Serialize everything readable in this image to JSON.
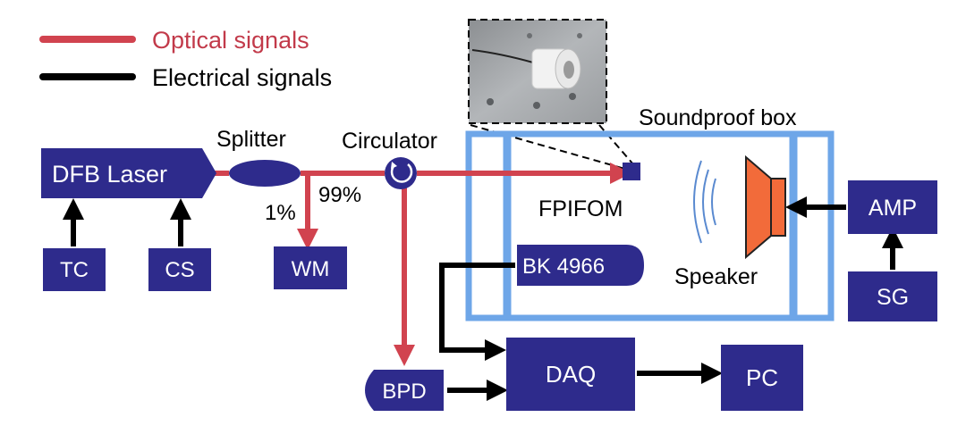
{
  "legend": {
    "optical_label": "Optical signals",
    "electrical_label": "Electrical signals"
  },
  "labels": {
    "dfb_laser": "DFB Laser",
    "tc": "TC",
    "cs": "CS",
    "splitter": "Splitter",
    "pct_1": "1%",
    "pct_99": "99%",
    "wm": "WM",
    "circulator": "Circulator",
    "soundproof_box": "Soundproof box",
    "fpifom": "FPIFOM",
    "speaker": "Speaker",
    "bk4966": "BK 4966",
    "amp": "AMP",
    "sg": "SG",
    "bpd": "BPD",
    "daq": "DAQ",
    "pc": "PC"
  },
  "colors": {
    "block_fill": "#2e2b8c",
    "block_text": "#ffffff",
    "optical": "#d1434f",
    "electrical": "#000000",
    "box_border": "#6ea6e8",
    "speaker_fill": "#f26b3a",
    "legend_optical_text": "#c23a4a",
    "sound_waves": "#5a8ad0"
  },
  "photo": {
    "description_icon": "fpifom-sensor-photo"
  }
}
